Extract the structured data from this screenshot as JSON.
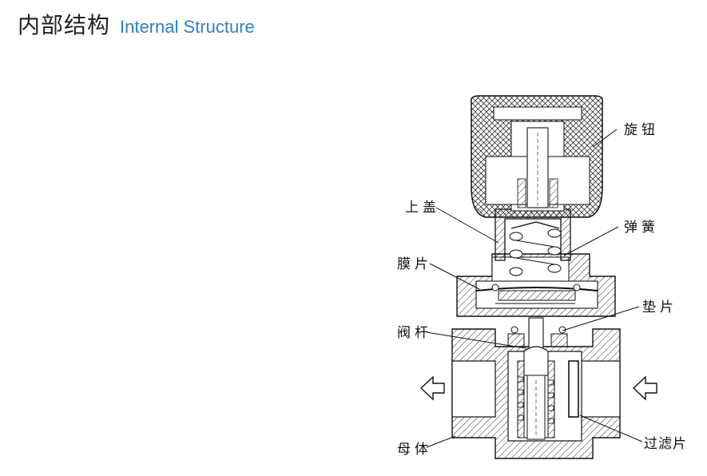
{
  "header": {
    "title_cn": "内部结构",
    "title_en": "Internal Structure"
  },
  "labels": {
    "knob": "旋钮",
    "upper_cover": "上盖",
    "spring": "弹簧",
    "diaphragm": "膜片",
    "gasket": "垫片",
    "valve_stem": "阀杆",
    "body": "母体",
    "filter": "过滤片"
  },
  "colors": {
    "title_accent": "#2e7fc1",
    "line": "#111111"
  },
  "icons": {
    "inlet_arrow": "hollow-left-arrow",
    "outlet_arrow": "hollow-left-arrow"
  }
}
